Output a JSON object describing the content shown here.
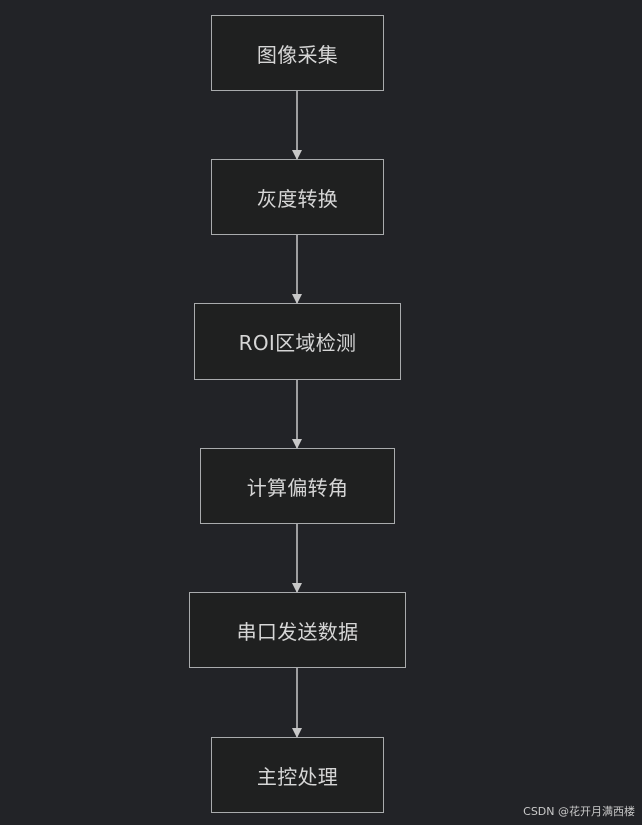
{
  "diagram": {
    "nodes": [
      {
        "id": "n1",
        "label": "图像采集"
      },
      {
        "id": "n2",
        "label": "灰度转换"
      },
      {
        "id": "n3",
        "label": "ROI区域检测"
      },
      {
        "id": "n4",
        "label": "计算偏转角"
      },
      {
        "id": "n5",
        "label": "串口发送数据"
      },
      {
        "id": "n6",
        "label": "主控处理"
      }
    ],
    "edges": [
      {
        "from": "n1",
        "to": "n2"
      },
      {
        "from": "n2",
        "to": "n3"
      },
      {
        "from": "n3",
        "to": "n4"
      },
      {
        "from": "n4",
        "to": "n5"
      },
      {
        "from": "n5",
        "to": "n6"
      }
    ]
  },
  "watermark": "CSDN @花开月满西楼",
  "colors": {
    "background": "#222327",
    "node_fill": "#1f2020",
    "node_border": "#a9abad",
    "text": "#d6d6d6",
    "connector": "#c8c8c8"
  }
}
